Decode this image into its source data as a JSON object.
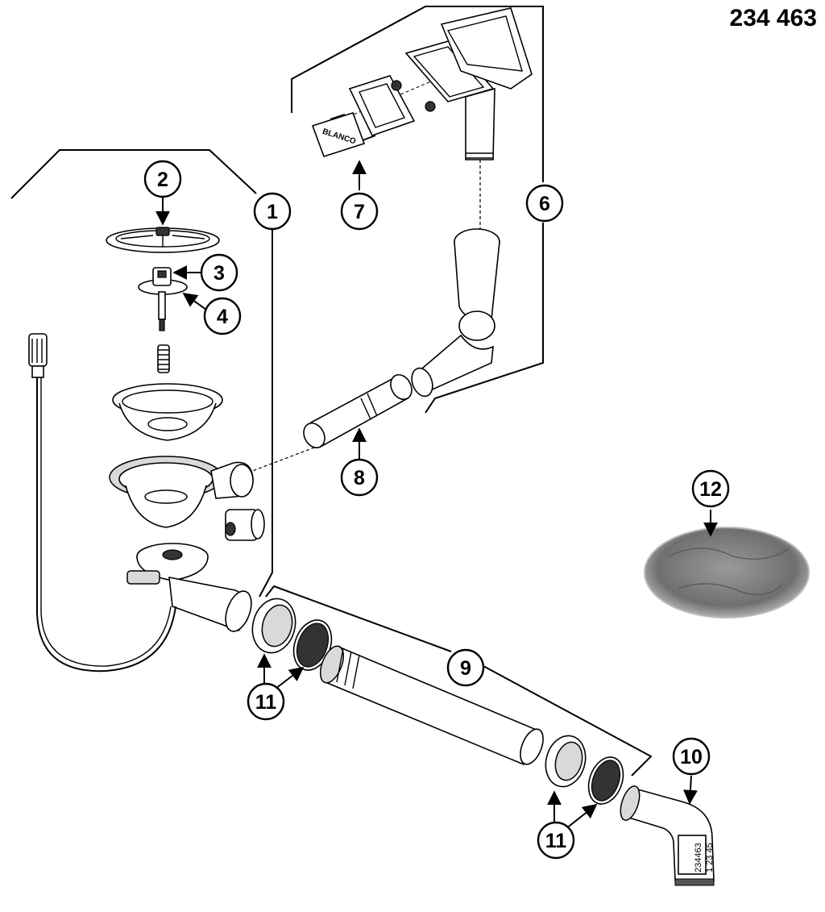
{
  "header": {
    "part_number": "234 463"
  },
  "logo": {
    "text": "BLANCO"
  },
  "label_plate": {
    "line1": "234463",
    "line2": "1 23 45"
  },
  "callouts": [
    {
      "id": "1",
      "label": "1"
    },
    {
      "id": "2",
      "label": "2"
    },
    {
      "id": "3",
      "label": "3"
    },
    {
      "id": "4",
      "label": "4"
    },
    {
      "id": "6",
      "label": "6"
    },
    {
      "id": "7",
      "label": "7"
    },
    {
      "id": "8",
      "label": "8"
    },
    {
      "id": "9",
      "label": "9"
    },
    {
      "id": "10",
      "label": "10"
    },
    {
      "id": "11a",
      "label": "11"
    },
    {
      "id": "11b",
      "label": "11"
    },
    {
      "id": "12",
      "label": "12"
    }
  ]
}
